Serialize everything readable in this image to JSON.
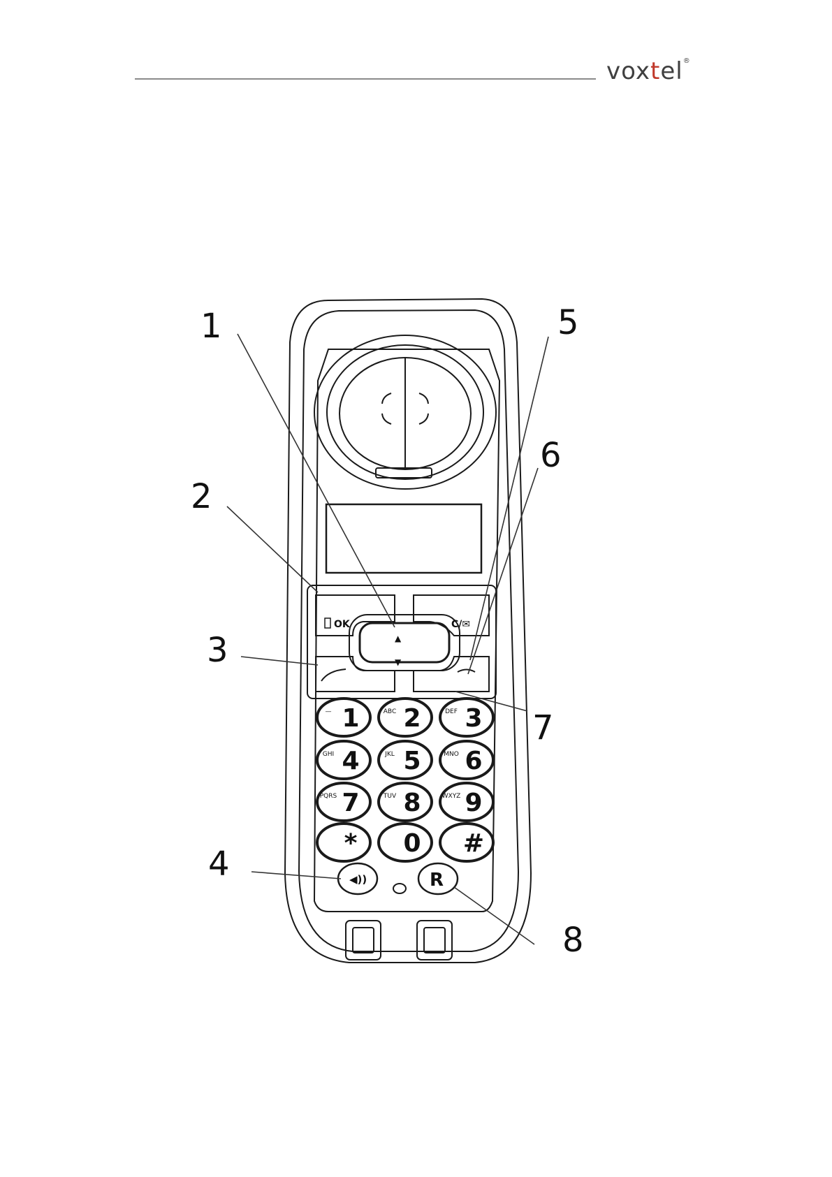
{
  "header": {
    "brand_pre": "vox",
    "brand_mid": "t",
    "brand_post": "el",
    "brand_mark": "®"
  },
  "phone": {
    "softkey_left": "OK",
    "softkey_right": "C/✉",
    "keypad": [
      {
        "digit": "1",
        "letters": "—"
      },
      {
        "digit": "2",
        "letters": "ABC"
      },
      {
        "digit": "3",
        "letters": "DEF"
      },
      {
        "digit": "4",
        "letters": "GHI"
      },
      {
        "digit": "5",
        "letters": "JKL"
      },
      {
        "digit": "6",
        "letters": "MNO"
      },
      {
        "digit": "7",
        "letters": "PQRS"
      },
      {
        "digit": "8",
        "letters": "TUV"
      },
      {
        "digit": "9",
        "letters": "WXYZ"
      },
      {
        "digit": "*",
        "letters": ""
      },
      {
        "digit": "0",
        "letters": ""
      },
      {
        "digit": "#",
        "letters": ""
      }
    ],
    "r_key": "R",
    "speaker_icon": "speaker-icon",
    "colors": {
      "line": "#1a1a1a",
      "key_fill": "#ffffff"
    }
  },
  "callouts": [
    "1",
    "2",
    "3",
    "4",
    "5",
    "6",
    "7",
    "8"
  ]
}
